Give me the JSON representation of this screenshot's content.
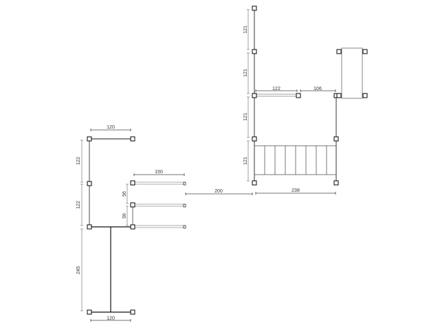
{
  "diagram": {
    "type": "floor-plan-wall-layout",
    "colors": {
      "background": "#ffffff",
      "wall": "#555555",
      "wall_dark": "#111111",
      "dimension": "#444444",
      "node_fill": "#ffffff",
      "node_stroke": "#000000"
    },
    "left_structure": {
      "top_width_label": "120",
      "vertical_labels": [
        "122",
        "122",
        "245"
      ],
      "bottom_width_label": "120",
      "shelf_width_label": "150",
      "shelf_spacing_labels": [
        "56",
        "56"
      ]
    },
    "connector_label": "200",
    "right_structure": {
      "vertical_labels": [
        "121",
        "121",
        "121",
        "121"
      ],
      "top_segment_labels": [
        "122",
        "106"
      ],
      "bottom_width_label": "238"
    }
  }
}
